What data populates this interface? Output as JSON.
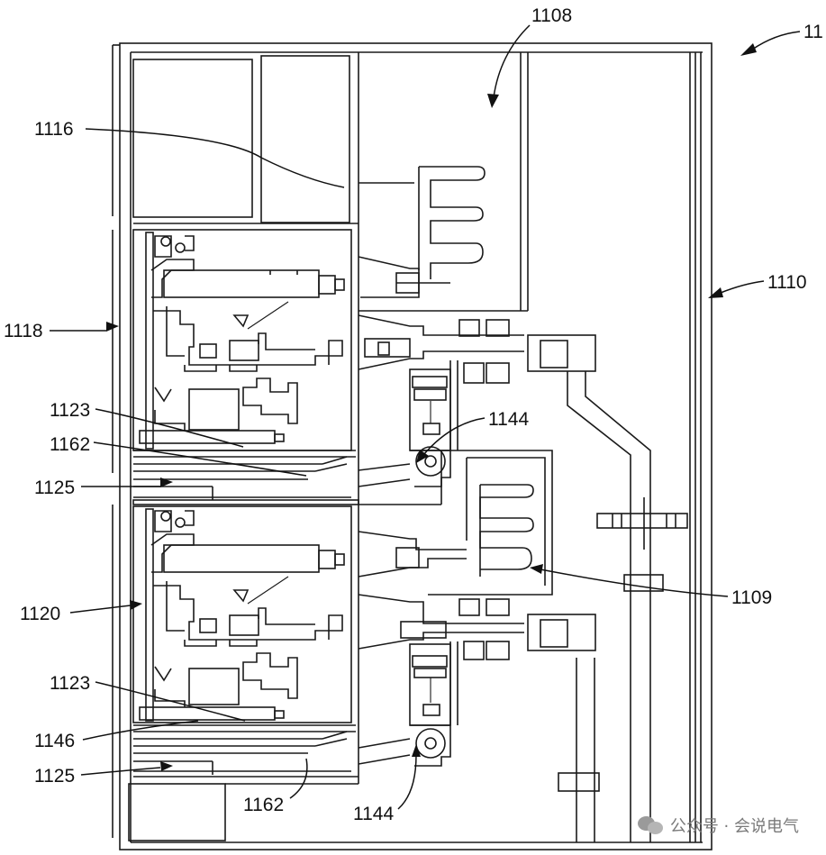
{
  "labels": {
    "l11": "11",
    "l1108": "1108",
    "l1116": "1116",
    "l1110": "1110",
    "l1118": "1118",
    "l1144a": "1144",
    "l1123a": "1123",
    "l1162a": "1162",
    "l1125a": "1125",
    "l1109": "1109",
    "l1120": "1120",
    "l1123b": "1123",
    "l1146": "1146",
    "l1125b": "1125",
    "l1162b": "1162",
    "l1144b": "1144"
  },
  "watermark": {
    "text": "公众号 · 会说电气",
    "icon": "wechat-icon"
  }
}
